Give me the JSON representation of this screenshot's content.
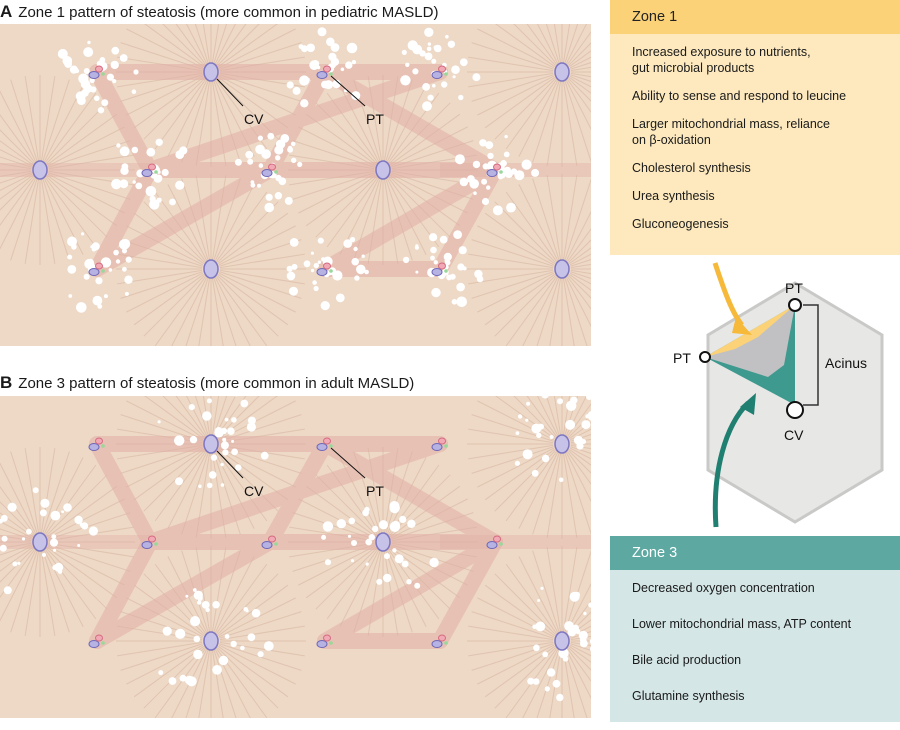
{
  "panel_a": {
    "letter": "A",
    "title": "Zone 1 pattern of steatosis (more common in pediatric MASLD)",
    "cv_label": "CV",
    "pt_label": "PT"
  },
  "panel_b": {
    "letter": "B",
    "title": "Zone 3 pattern of steatosis (more common in adult MASLD)",
    "cv_label": "CV",
    "pt_label": "PT"
  },
  "zone1": {
    "title": "Zone 1",
    "items": [
      "Increased exposure to nutrients,\ngut microbial products",
      "Ability to sense and respond to leucine",
      "Larger mitochondrial mass, reliance\non β-oxidation",
      "Cholesterol synthesis",
      "Urea synthesis",
      "Gluconeogenesis"
    ]
  },
  "zone3": {
    "title": "Zone 3",
    "items": [
      "Decreased oxygen concentration",
      "Lower mitochondrial mass, ATP content",
      "Bile acid production",
      "Glutamine synthesis"
    ]
  },
  "acinus": {
    "pt_top": "PT",
    "pt_left": "PT",
    "cv": "CV",
    "acinus_label": "Acinus"
  },
  "colors": {
    "tissue_bg": "#eed8c6",
    "septa": "#e2b0a6",
    "zone1_accent": "#fbd278",
    "zone1_fill": "#fde9bd",
    "zone3_accent": "#5da9a2",
    "zone3_fill": "#d4e6e6",
    "zone3_arrow": "#1f7f70",
    "central_vein": "#c7c3e8",
    "hexagon": "#e7e7e6"
  }
}
